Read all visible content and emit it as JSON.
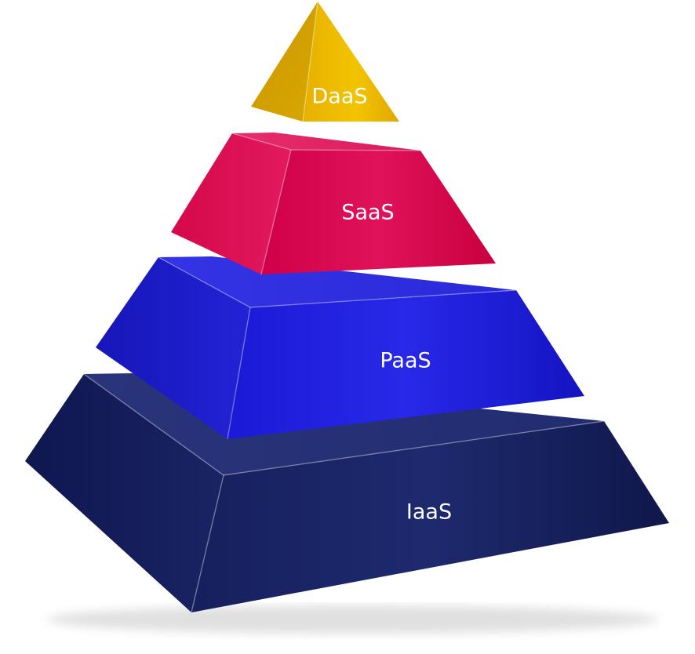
{
  "tiers": [
    {
      "label": "DaaS",
      "color": "#e6b400"
    },
    {
      "label": "SaaS",
      "color": "#d6084e"
    },
    {
      "label": "PaaS",
      "color": "#1717c9"
    },
    {
      "label": "IaaS",
      "color": "#121c58"
    }
  ]
}
